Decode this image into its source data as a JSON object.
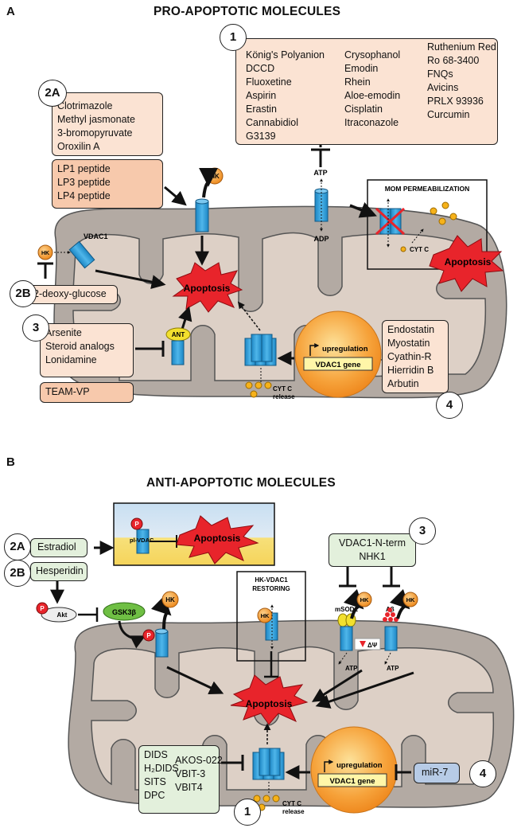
{
  "panel_a": {
    "letter": "A",
    "title": "PRO-APOPTOTIC MOLECULES",
    "group1": {
      "num": "1",
      "col1": [
        "König's Polyanion",
        "DCCD",
        "Fluoxetine",
        "Aspirin",
        "Erastin",
        "Cannabidiol",
        "G3139"
      ],
      "col2": [
        "Crysophanol",
        "Emodin",
        "Rhein",
        "Aloe-emodin",
        "Cisplatin",
        "Itraconazole"
      ],
      "col3": [
        "Ruthenium Red",
        "Ro 68-3400",
        "FNQs",
        "Avicins",
        "PRLX 93936",
        "Curcumin"
      ]
    },
    "group2a": {
      "num": "2A",
      "items": [
        "Clotrimazole",
        "Methyl jasmonate",
        "3-bromopyruvate",
        "Oroxilin A"
      ],
      "peptides": [
        "LP1 peptide",
        "LP3 peptide",
        "LP4 peptide"
      ]
    },
    "group2b": {
      "num": "2B",
      "item": "2-deoxy-glucose"
    },
    "group3": {
      "num": "3",
      "items": [
        "Arsenite",
        "Steroid analogs",
        "Lonidamine"
      ],
      "extra": "TEAM-VP"
    },
    "group4": {
      "num": "4",
      "items": [
        "Endostatin",
        "Myostatin",
        "Cyathin-R",
        "Hierridin B",
        "Arbutin"
      ]
    },
    "labels": {
      "hk": "HK",
      "vdac1": "VDAC1",
      "atp": "ATP",
      "adp": "ADP",
      "ant": "ANT",
      "mom": "MOM PERMEABILIZATION",
      "cytc": "CYT C",
      "cytc_release_1": "CYT C",
      "cytc_release_2": "release",
      "apoptosis": "Apoptosis",
      "upregulation": "upregulation",
      "gene": "VDAC1 gene"
    }
  },
  "panel_b": {
    "letter": "B",
    "title": "ANTI-APOPTOTIC MOLECULES",
    "group2a": {
      "num": "2A",
      "item": "Estradiol"
    },
    "group2b": {
      "num": "2B",
      "item": "Hesperidin"
    },
    "group3": {
      "num": "3",
      "items": [
        "VDAC1-N-term",
        "NHK1"
      ]
    },
    "group4": {
      "num": "4",
      "item": "miR-7"
    },
    "group1": {
      "num": "1",
      "col1": [
        "DIDS",
        "H₂DIDS",
        "SITS",
        "DPC"
      ],
      "col2": [
        "AKOS-022",
        "VBIT-3",
        "VBIT4"
      ]
    },
    "labels": {
      "p": "P",
      "pl_vdac": "pl-VDAC",
      "apoptosis": "Apoptosis",
      "akt": "Akt",
      "gsk": "GSK3β",
      "hk": "HK",
      "restoring_1": "HK-VDAC1",
      "restoring_2": "RESTORING",
      "msod1": "mSOD1",
      "abeta": "Aβ",
      "dpsi": "ΔΨ",
      "atp": "ATP",
      "cytc_1": "CYT C",
      "cytc_2": "release",
      "upregulation": "upregulation",
      "gene": "VDAC1 gene"
    }
  },
  "colors": {
    "mito_outer": "#b3aaa3",
    "mito_inner": "#ddd0c6",
    "channel": "#2f9ed8",
    "hk": "#f29a2e",
    "burst": "#e8242b",
    "orb": "#f6a23a"
  }
}
